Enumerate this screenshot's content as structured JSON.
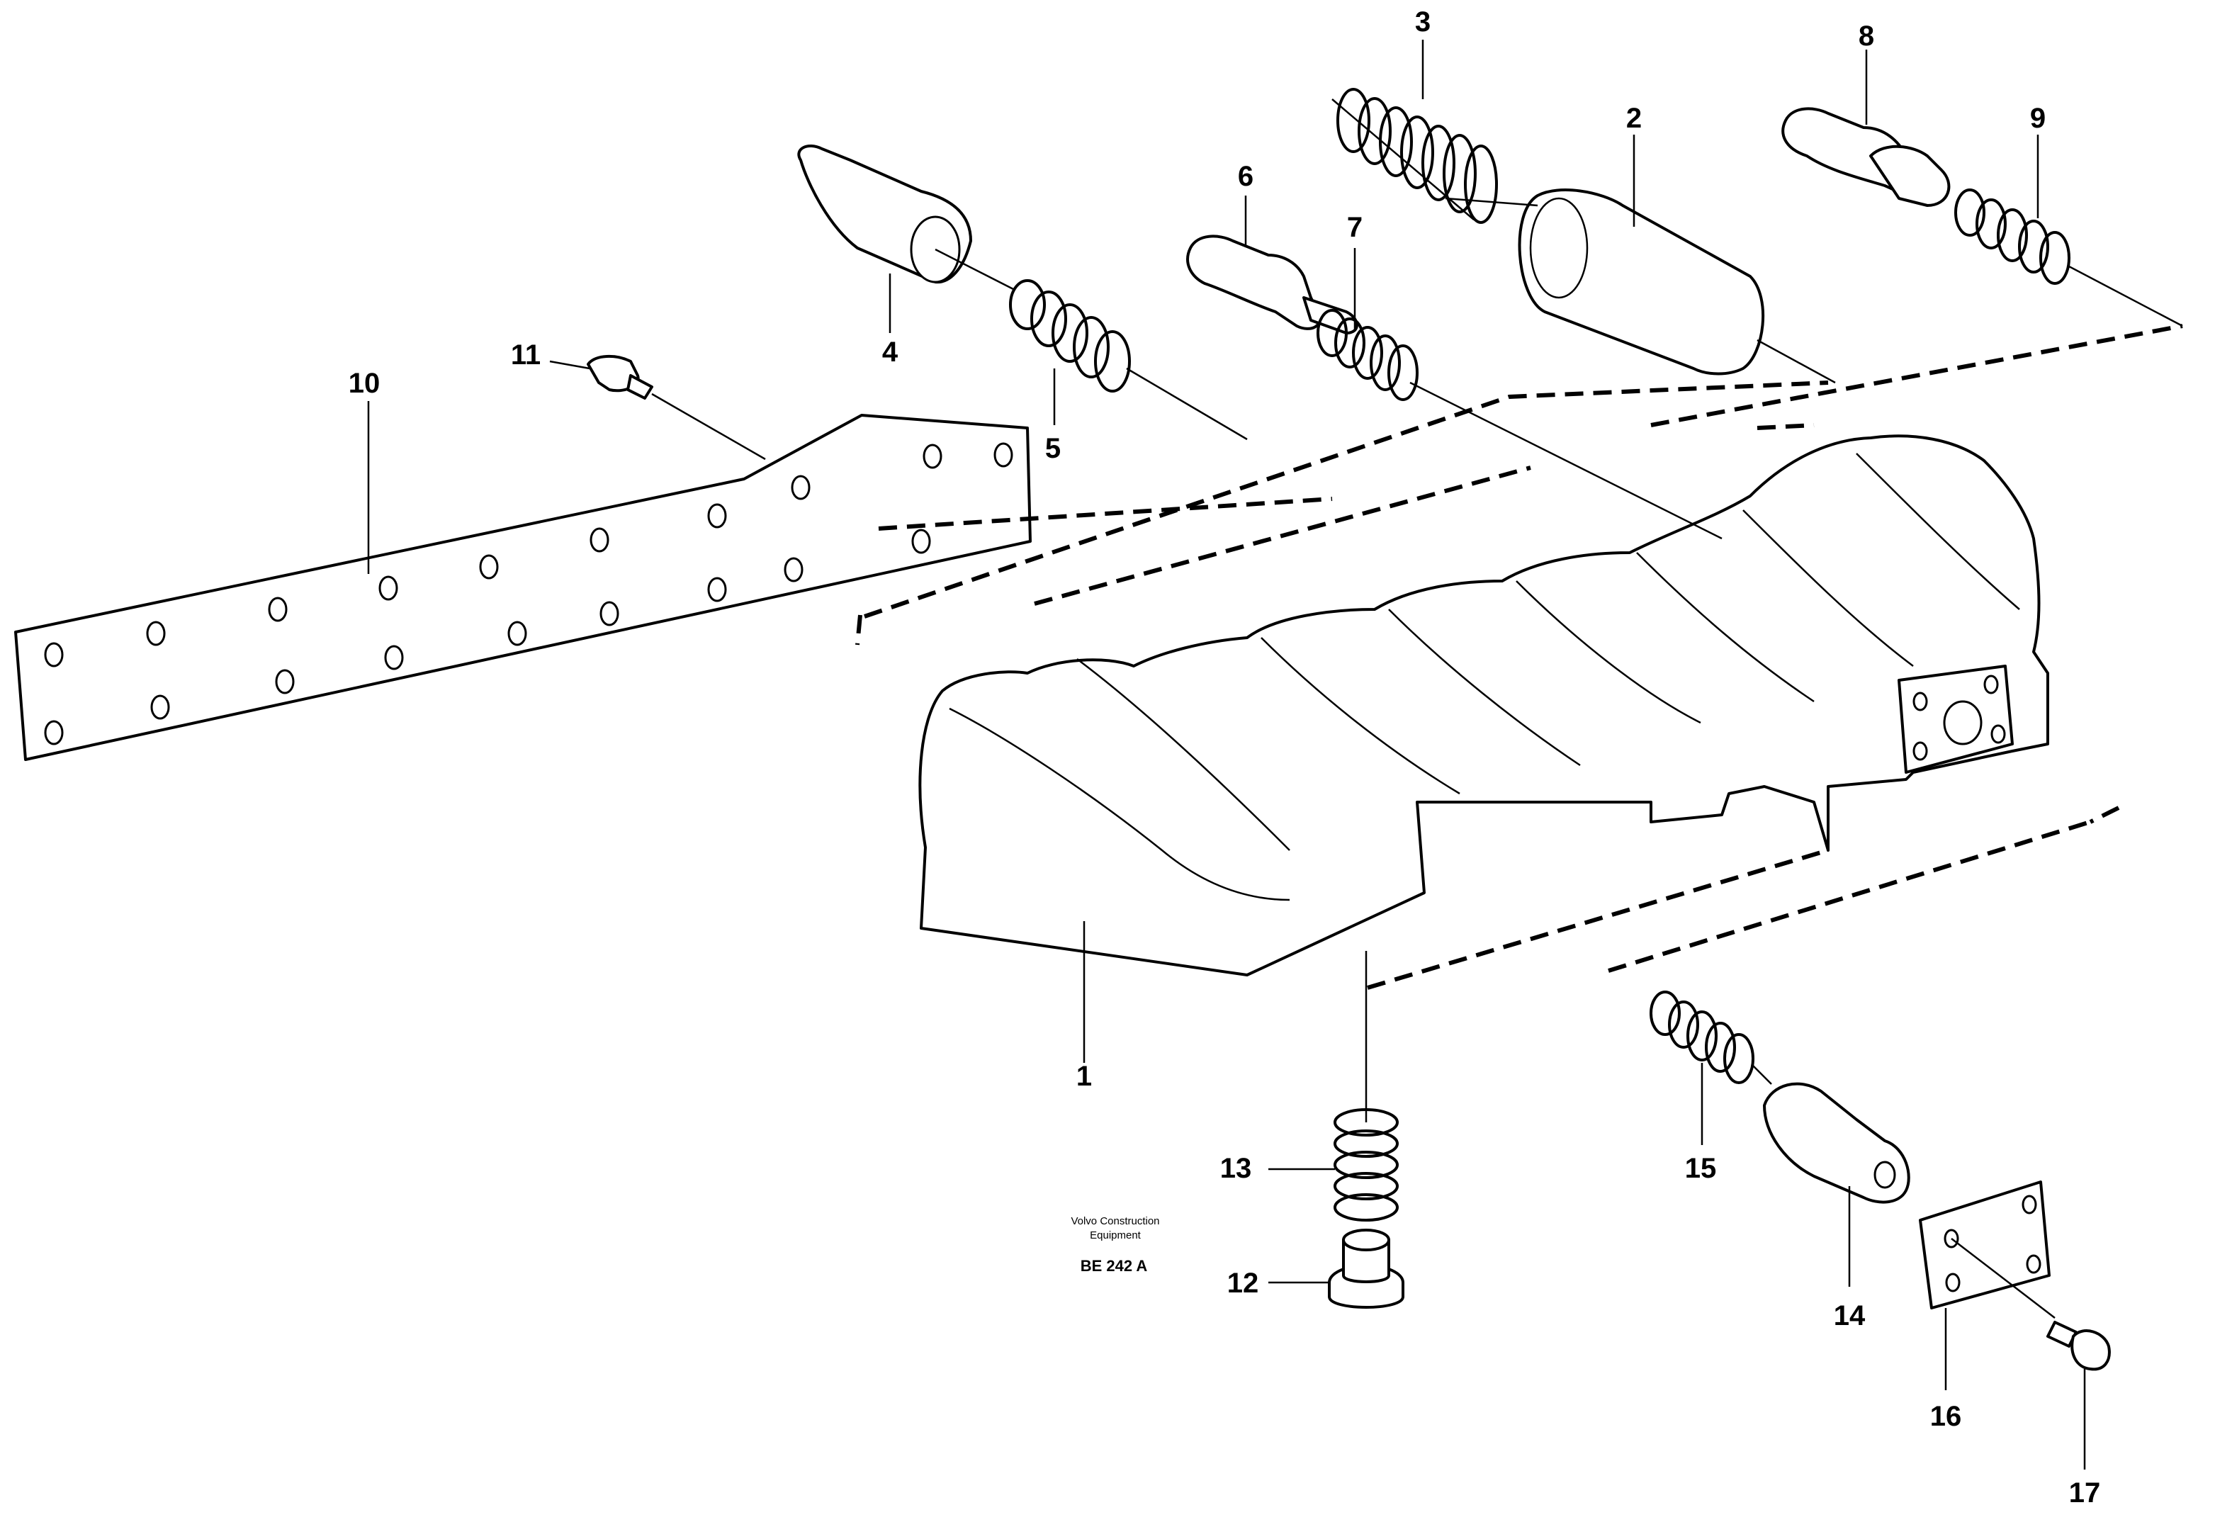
{
  "parts": [
    {
      "id": "1",
      "name": "valve-housing"
    },
    {
      "id": "2",
      "name": "piston"
    },
    {
      "id": "3",
      "name": "spring"
    },
    {
      "id": "4",
      "name": "piston"
    },
    {
      "id": "5",
      "name": "spring"
    },
    {
      "id": "6",
      "name": "valve-slide"
    },
    {
      "id": "7",
      "name": "spring"
    },
    {
      "id": "8",
      "name": "valve-slide"
    },
    {
      "id": "9",
      "name": "spring"
    },
    {
      "id": "10",
      "name": "gasket-plate"
    },
    {
      "id": "11",
      "name": "screw"
    },
    {
      "id": "12",
      "name": "plug"
    },
    {
      "id": "13",
      "name": "spring"
    },
    {
      "id": "14",
      "name": "valve-slide"
    },
    {
      "id": "15",
      "name": "spring"
    },
    {
      "id": "16",
      "name": "cover"
    },
    {
      "id": "17",
      "name": "screw"
    }
  ],
  "caption": {
    "company_line1": "Volvo Construction",
    "company_line2": "Equipment",
    "figure_code": "BE 242 A"
  }
}
